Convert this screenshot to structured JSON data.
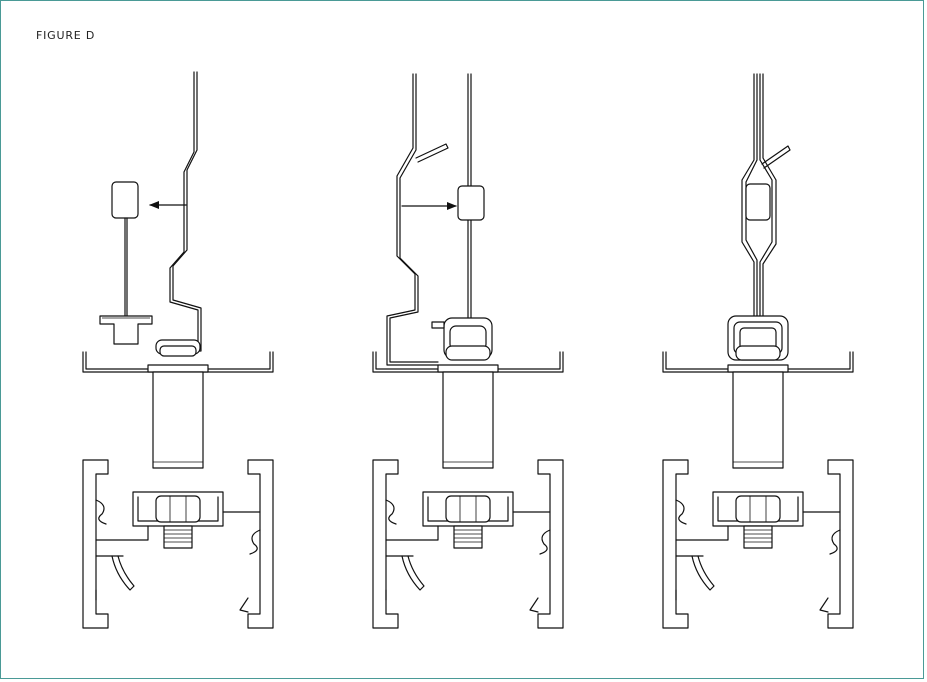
{
  "figure": {
    "label": "FIGURE D"
  },
  "colors": {
    "frame": "#4a9a96",
    "line": "#111111"
  },
  "panels": [
    {
      "id": "step-1",
      "arrow_direction": "left"
    },
    {
      "id": "step-2",
      "arrow_direction": "right"
    },
    {
      "id": "step-3",
      "arrow_direction": "none"
    }
  ]
}
